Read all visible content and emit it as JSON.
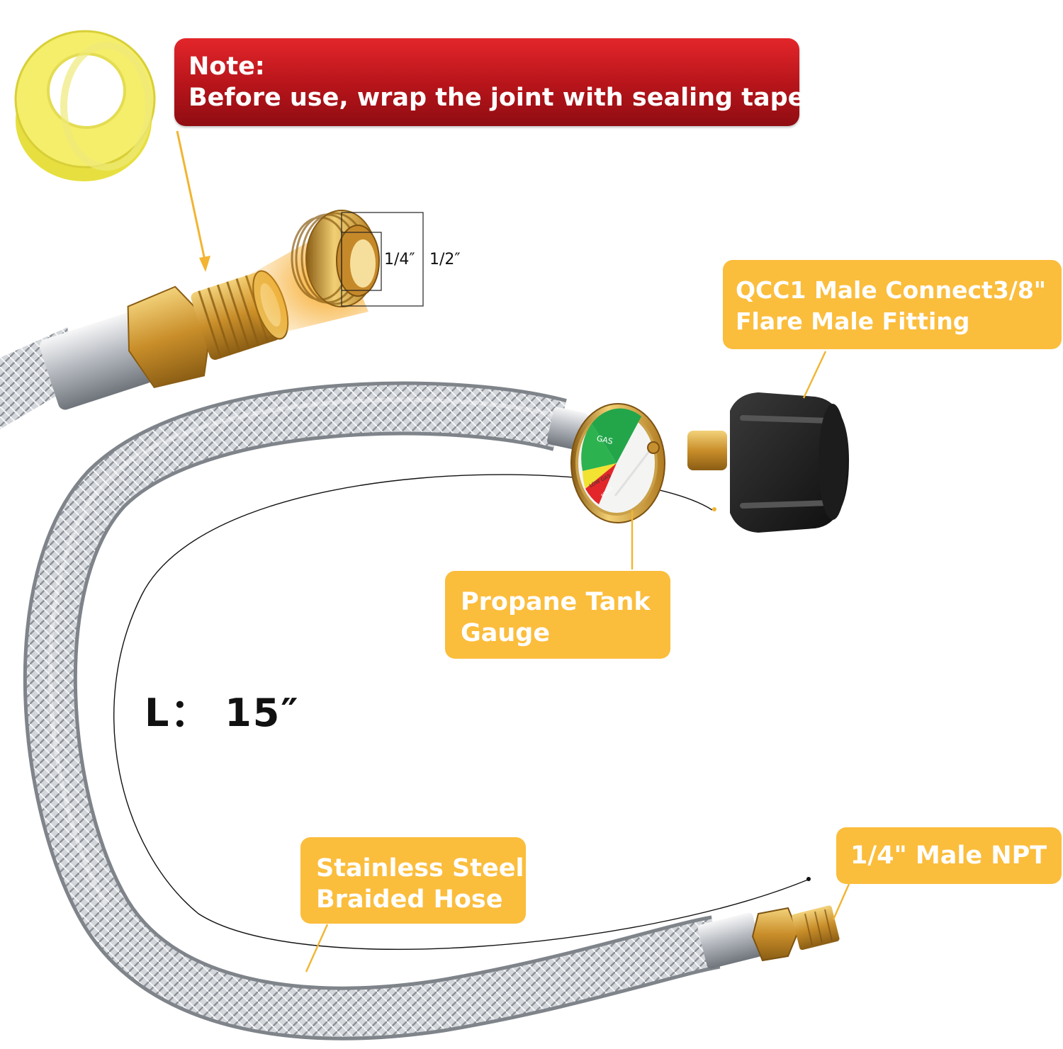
{
  "note": {
    "heading": "Note:",
    "text": "Before use, wrap the joint with sealing tape."
  },
  "thread_sizes": {
    "inner": "1/4″",
    "outer": "1/2″"
  },
  "callouts": {
    "qcc_line1": "QCC1 Male Connect3/8\"",
    "qcc_line2": "Flare Male Fitting",
    "gauge_line1": "Propane Tank",
    "gauge_line2": "Gauge",
    "hose_line1": "Stainless Steel",
    "hose_line2": "Braided Hose",
    "npt": "1/4\" Male NPT"
  },
  "length_label": "L： 15″",
  "gauge_face": {
    "gas": "GAS",
    "low": "LOW GAS",
    "refill": "REFILL"
  },
  "colors": {
    "note_red": "#c41a20",
    "callout_orange": "#fbbd3c",
    "brass": "#d9a53c",
    "steel": "#c9ccd0",
    "tape_yellow": "#f4ee6a"
  }
}
